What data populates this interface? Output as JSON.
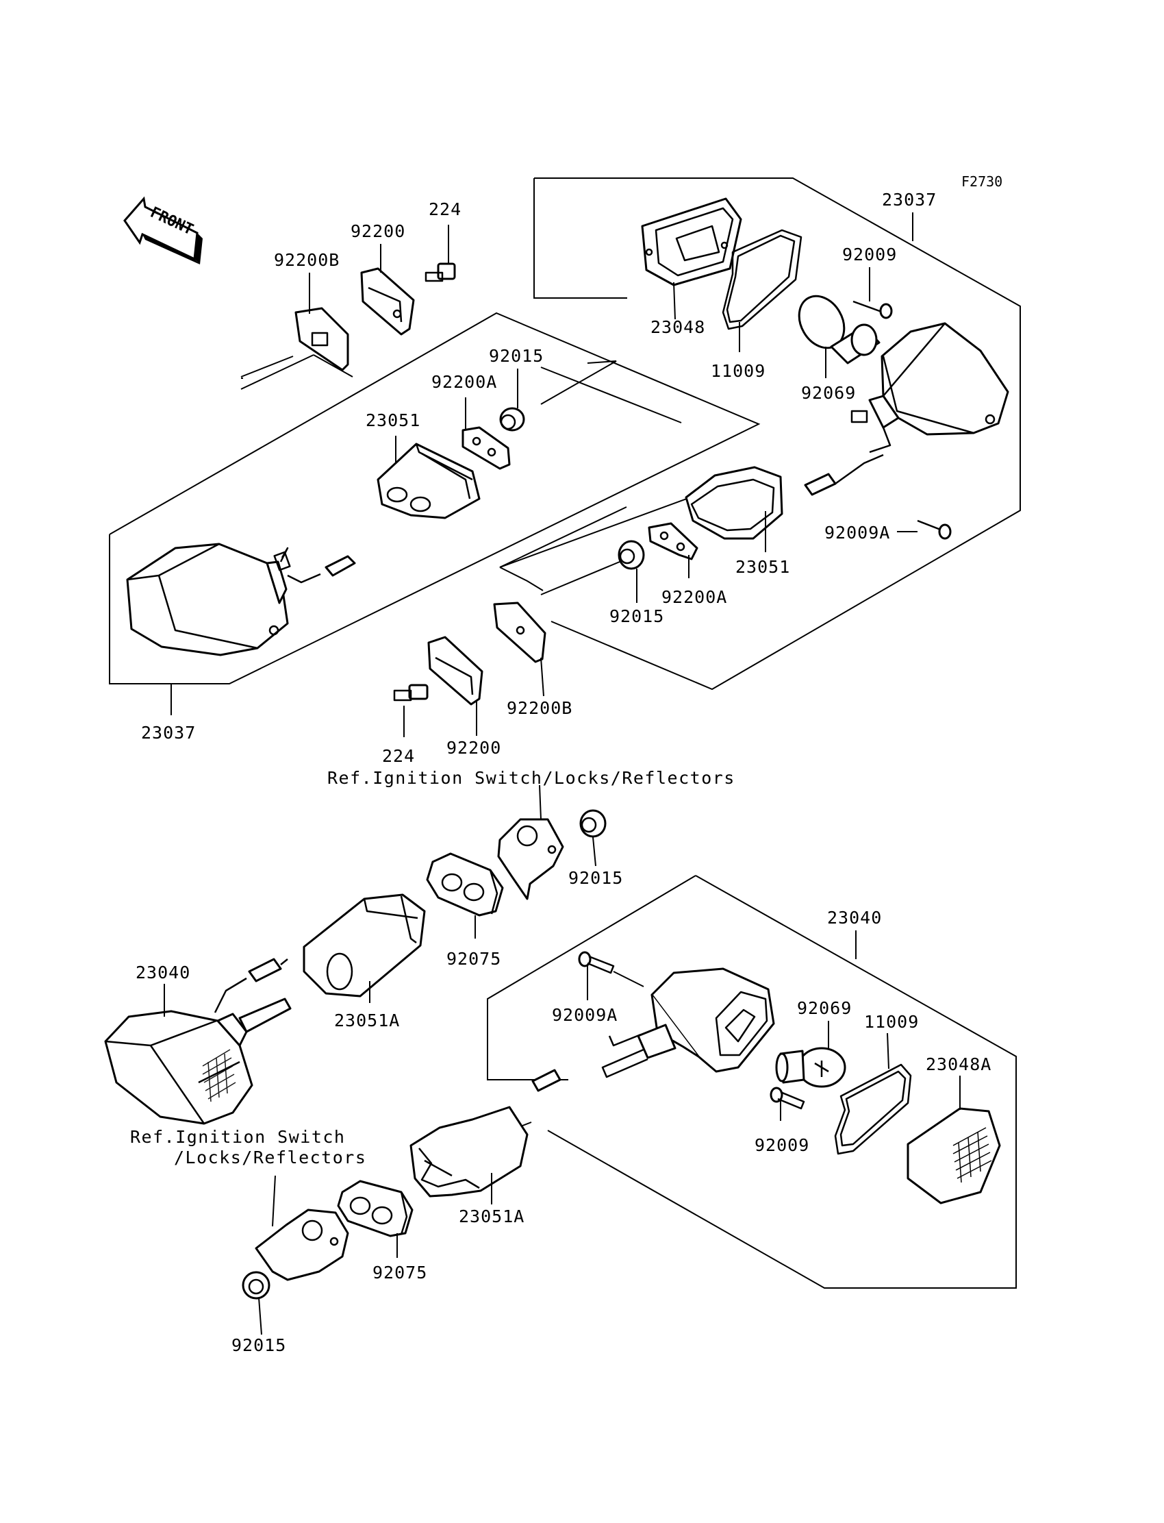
{
  "figure_code": "F2730",
  "front_label": "FRONT",
  "refs": {
    "ref_top": "Ref.Ignition Switch/Locks/Reflectors",
    "ref_bottom_line1": "Ref.Ignition Switch",
    "ref_bottom_line2": "/Locks/Reflectors"
  },
  "parts": {
    "p23037_right": "23037",
    "p23037_left": "23037",
    "p92009_top": "92009",
    "p23048": "23048",
    "p11009_top": "11009",
    "p92069_top": "92069",
    "p92009A_top": "92009A",
    "p23051_right": "23051",
    "p92200A_right": "92200A",
    "p92015_mid": "92015",
    "p92200B_mid": "92200B",
    "p92200_mid": "92200",
    "p224_mid": "224",
    "p224_top": "224",
    "p92200_top": "92200",
    "p92200B_top": "92200B",
    "p92015_top": "92015",
    "p92200A_top": "92200A",
    "p23051_left": "23051",
    "p92015_ref": "92015",
    "p92075_mid": "92075",
    "p23040_left": "23040",
    "p23051A_mid": "23051A",
    "p23040_right": "23040",
    "p92009A_bottom": "92009A",
    "p92069_bottom": "92069",
    "p11009_bottom": "11009",
    "p23048A": "23048A",
    "p92009_bottom": "92009",
    "p23051A_bottom": "23051A",
    "p92075_bottom": "92075",
    "p92015_bottom": "92015"
  }
}
